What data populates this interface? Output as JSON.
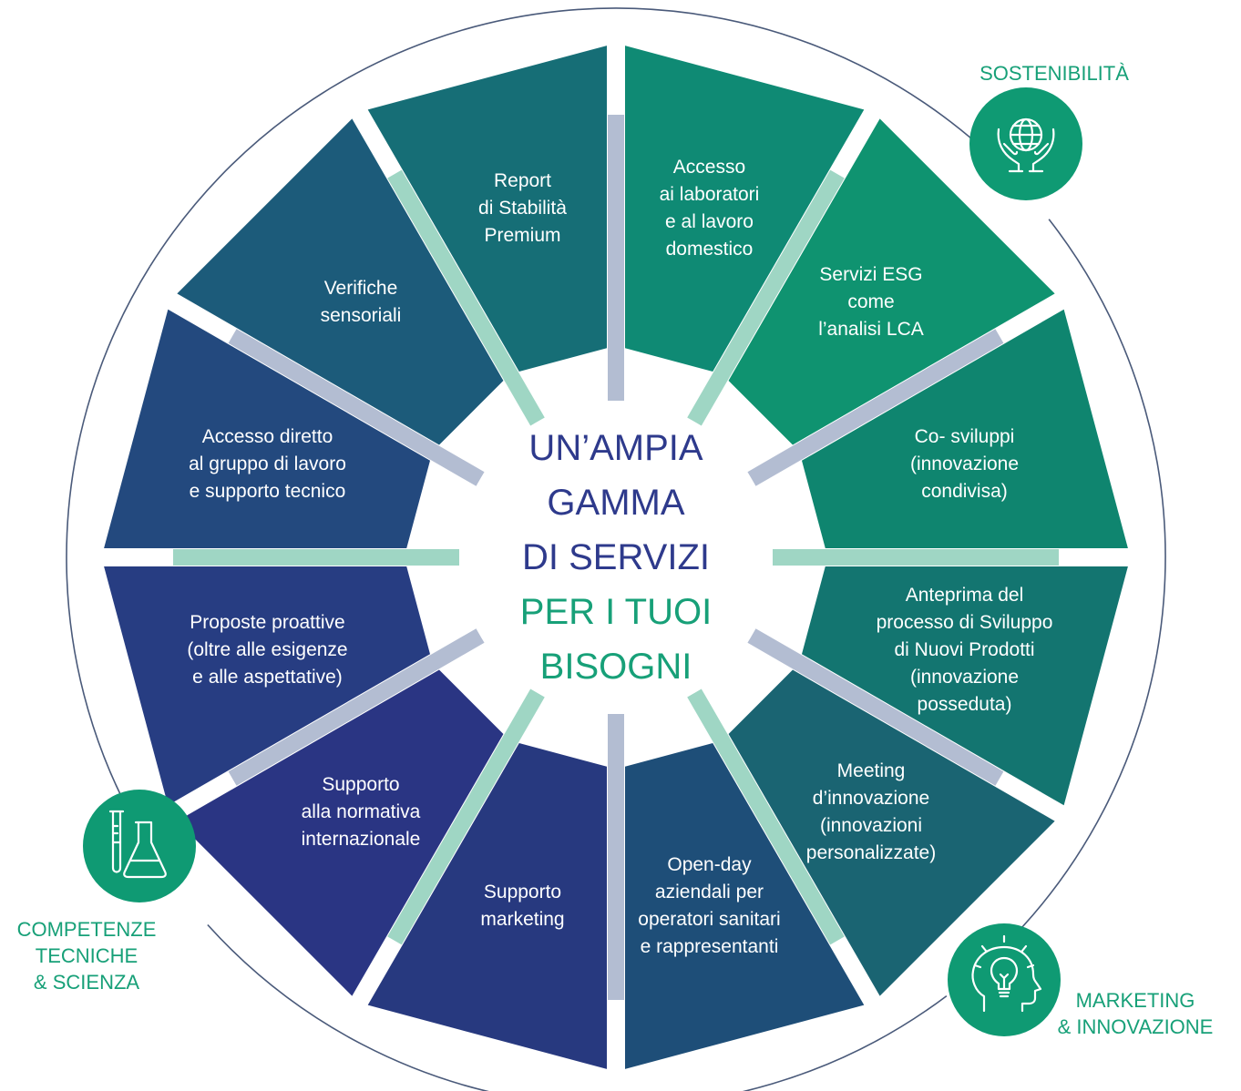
{
  "center": {
    "line1": "UN’AMPIA",
    "line2": "GAMMA",
    "line3": "DI SERVIZI",
    "line4": "PER I TUOI",
    "line5": "BISOGNI",
    "color_dark": "#2e3a8c",
    "color_green": "#17a078"
  },
  "segments": [
    {
      "lines": [
        "Accesso",
        "ai laboratori",
        "e al lavoro",
        "domestico"
      ],
      "color": "#0f8a74"
    },
    {
      "lines": [
        "Servizi ESG",
        "come",
        "l’analisi LCA"
      ],
      "color": "#0f9370"
    },
    {
      "lines": [
        "Co- sviluppi",
        "(innovazione",
        "condivisa)"
      ],
      "color": "#0f856f"
    },
    {
      "lines": [
        "Anteprima del",
        "processo  di Sviluppo",
        "di Nuovi Prodotti",
        "(innovazione",
        "posseduta)"
      ],
      "color": "#137570"
    },
    {
      "lines": [
        "Meeting",
        "d’innovazione",
        "(innovazioni",
        "personalizzate)"
      ],
      "color": "#1a6472"
    },
    {
      "lines": [
        "Open-day",
        "aziendali per",
        "operatori sanitari",
        "e rappresentanti"
      ],
      "color": "#1e4e78"
    },
    {
      "lines": [
        "Supporto",
        "marketing"
      ],
      "color": "#27397f"
    },
    {
      "lines": [
        "Supporto",
        "alla normativa",
        "internazionale"
      ],
      "color": "#2a3583"
    },
    {
      "lines": [
        "Proposte proattive",
        "(oltre alle esigenze",
        "e alle aspettative)"
      ],
      "color": "#273d82"
    },
    {
      "lines": [
        "Accesso diretto",
        "al gruppo di lavoro",
        "e supporto tecnico"
      ],
      "color": "#23497e"
    },
    {
      "lines": [
        "Verifiche",
        "sensoriali"
      ],
      "color": "#1c5b7a"
    },
    {
      "lines": [
        "Report",
        "di Stabilità",
        "Premium"
      ],
      "color": "#166e76"
    }
  ],
  "categories": {
    "sustainability": {
      "label": "SOSTENIBILITÀ",
      "icon": "hands-globe-icon"
    },
    "marketing": {
      "label_line1": "MARKETING",
      "label_line2": "& INNOVAZIONE",
      "icon": "head-lightbulb-icon"
    },
    "competence": {
      "label_line1": "COMPETENZE",
      "label_line2": "TECNICHE",
      "label_line3": "& SCIENZA",
      "icon": "lab-flask-icon"
    }
  },
  "colors": {
    "badge": "#0f9a73",
    "label": "#17a078",
    "connector_a": "#9fd6c4",
    "connector_b": "#b3bdd2",
    "ring": "#4a5a7a"
  }
}
